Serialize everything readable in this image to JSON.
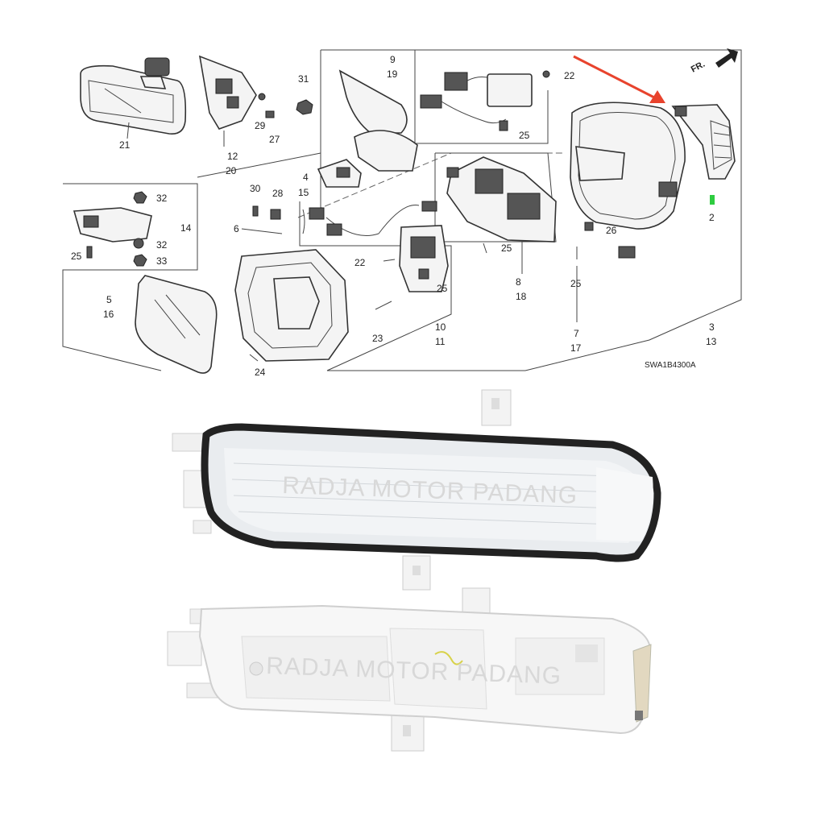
{
  "diagram": {
    "fr_label": "FR.",
    "code": "SWA1B4300A",
    "callouts": {
      "c21": "21",
      "c12": "12",
      "c20": "20",
      "c29": "29",
      "c27": "27",
      "c31": "31",
      "c4": "4",
      "c15": "15",
      "c9": "9",
      "c19": "19",
      "c22a": "22",
      "c25a": "25",
      "c2": "2",
      "c30": "30",
      "c28": "28",
      "c6": "6",
      "c32a": "32",
      "c14": "14",
      "c32b": "32",
      "c25b": "25",
      "c33": "33",
      "c5": "5",
      "c16": "16",
      "c22b": "22",
      "c25c": "25",
      "c23": "23",
      "c10": "10",
      "c11": "11",
      "c24": "24",
      "c25d": "25",
      "c26": "26",
      "c8": "8",
      "c18": "18",
      "c25e": "25",
      "c7": "7",
      "c17": "17",
      "c3": "3",
      "c13": "13"
    }
  },
  "photo": {
    "watermark_top": "RADJA MOTOR PADANG",
    "watermark_bottom": "RADJA MOTOR PADANG"
  },
  "colors": {
    "arrow": "#e8432d",
    "highlight": "#2ecc40"
  }
}
